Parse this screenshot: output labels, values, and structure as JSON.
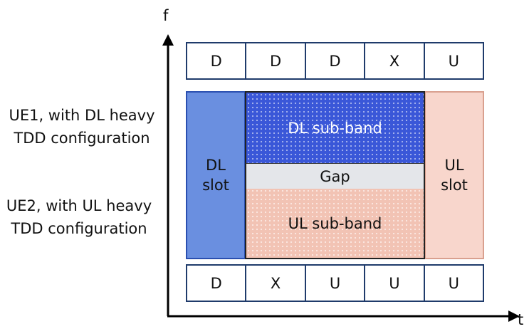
{
  "axes": {
    "y_label": "f",
    "x_label": "t"
  },
  "ue_labels": {
    "ue1": {
      "line1": "UE1, with DL heavy",
      "line2": "TDD configuration"
    },
    "ue2": {
      "line1": "UE2, with UL heavy",
      "line2": "TDD configuration"
    }
  },
  "ue1_slots": [
    "D",
    "D",
    "D",
    "X",
    "U"
  ],
  "ue2_slots": [
    "D",
    "X",
    "U",
    "U",
    "U"
  ],
  "center": {
    "dl_slot": {
      "line1": "DL",
      "line2": "slot"
    },
    "ul_slot": {
      "line1": "UL",
      "line2": "slot"
    },
    "dl_subband": "DL sub-band",
    "gap": "Gap",
    "ul_subband": "UL sub-band"
  },
  "colors": {
    "dl_slot": "#6a8fe0",
    "ul_slot": "#f8d6cc",
    "dl_subband": "#3a57d8",
    "gap": "#e4e6ea",
    "ul_subband": "#f2c3b4",
    "row_border": "#1f3b6b"
  }
}
